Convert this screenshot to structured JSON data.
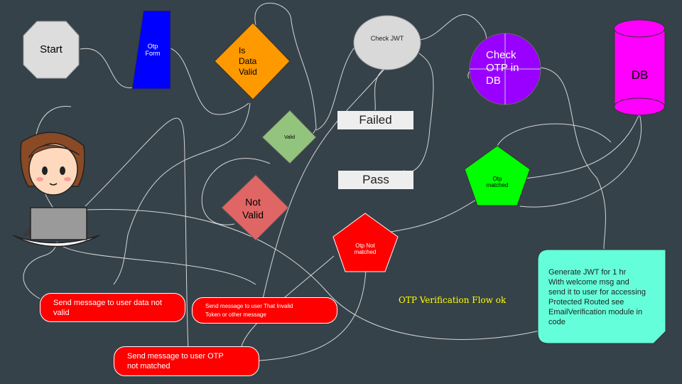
{
  "title": "OTP Verification Flow ok",
  "nodes": {
    "start": "Start",
    "otp_form": "Otp\nForm",
    "is_data_valid": "Is\nData\nValid",
    "valid": "Valid",
    "not_valid": "Not\nValid",
    "check_jwt": "Check JWT",
    "failed": "Failed",
    "pass": "Pass",
    "check_otp": "Check\nOTP in\nDB",
    "db": "DB",
    "otp_matched": "Otp\nmatched",
    "otp_not_matched": "Otp Not\nmatched",
    "generate_jwt": "Generate JWT for 1 hr\nWith welcome msg and\nsend it to user for accessing\nProtected Routed see\nEmailVerification module in\ncode"
  },
  "messages": {
    "data_not_valid": "Send message to user data not\nvalid",
    "invalid_token": "Send message to user That Invalid\nToken or other message",
    "otp_not_matched": "Send message to user OTP\nnot matched"
  },
  "colors": {
    "background": "#36424a",
    "start": "#dddddd",
    "otp_form": "#0000ff",
    "is_data_valid": "#ff9900",
    "valid": "#93c47d",
    "not_valid": "#e06666",
    "check_jwt": "#d9d9d9",
    "check_otp": "#9900ff",
    "db": "#ff00ff",
    "otp_matched": "#00ff00",
    "otp_not_matched": "#ff0000",
    "generate_jwt": "#64ffda",
    "message": "#ff0000",
    "title": "#ffff00"
  },
  "icons": [
    "woman-at-laptop-icon"
  ]
}
